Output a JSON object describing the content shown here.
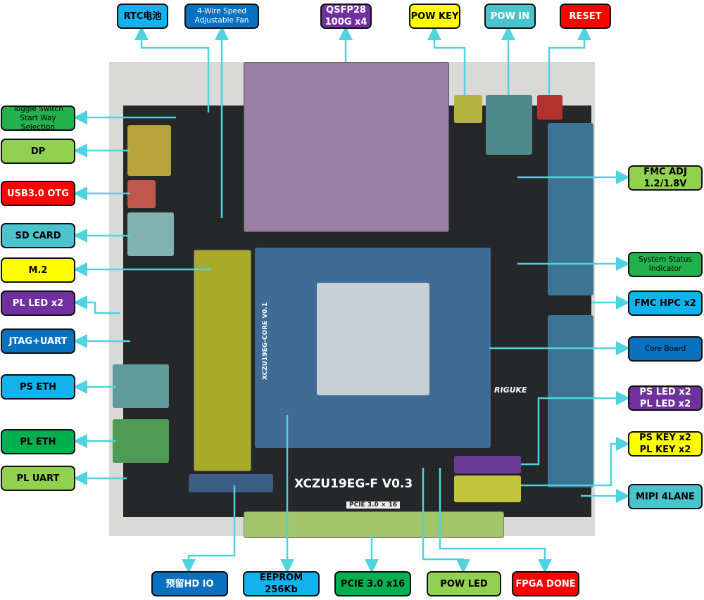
{
  "board": {
    "name": "XCZU19EG-F V0.3",
    "pcie_silk": "PCIE 3.0 × 16",
    "brand": "RIGUKE",
    "core_name": "XCZU19EG-CORE V0.1"
  },
  "labels": {
    "rtc": "RTC电池",
    "fan_1": "4-Wire Speed",
    "fan_2": "Adjustable Fan",
    "qsfp_1": "QSFP28",
    "qsfp_2": "100G x4",
    "pow_key": "POW KEY",
    "pow_in": "POW IN",
    "reset": "RESET",
    "toggle_1": "Toggle Switch",
    "toggle_2": "Start Way Selection",
    "dp": "DP",
    "usb": "USB3.0 OTG",
    "sd": "SD CARD",
    "m2": "M.2",
    "pl_led": "PL LED x2",
    "jtag": "JTAG+UART",
    "ps_eth": "PS ETH",
    "pl_eth": "PL ETH",
    "pl_uart": "PL UART",
    "fmc_adj_1": "FMC ADJ",
    "fmc_adj_2": "1.2/1.8V",
    "sys_1": "System Status",
    "sys_2": "Indicator",
    "fmc_hpc": "FMC HPC x2",
    "core": "Core Board",
    "ps_led_1": "PS LED x2",
    "ps_led_2": "PL LED x2",
    "ps_key_1": "PS KEY x2",
    "ps_key_2": "PL KEY x2",
    "mipi": "MIPI 4LANE",
    "hdio": "预留HD IO",
    "eeprom_1": "EEPROM",
    "eeprom_2": "256Kb",
    "pcie": "PCIE 3.0 x16",
    "pow_led": "POW LED",
    "fpga_done": "FPGA DONE"
  },
  "colors": {
    "line": "#4fd3e0",
    "light_blue": "#12b2ee",
    "blue": "#0a70c0",
    "purple": "#7030a0",
    "yellow": "#ffff00",
    "teal": "#4bc3cc",
    "red": "#ff0000",
    "green": "#00b050",
    "light_green": "#92d050"
  }
}
